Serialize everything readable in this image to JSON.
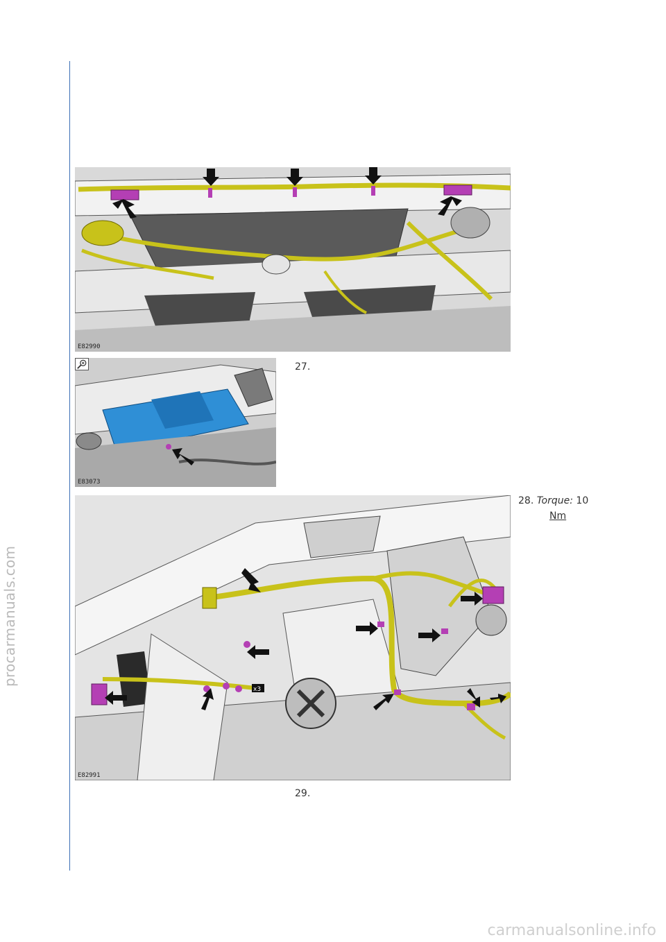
{
  "watermarks": {
    "side": "procarmanuals.com",
    "bottom": "carmanualsonline.info"
  },
  "figures": [
    {
      "code": "E82990"
    },
    {
      "code": "E83073"
    },
    {
      "code": "E82991"
    }
  ],
  "steps": {
    "s27": "27.",
    "s28": {
      "number": "28.",
      "torque_label": "Torque:",
      "torque_value": "10",
      "torque_unit": "Nm"
    },
    "s29": "29."
  },
  "figure3_callout": "x3",
  "colors": {
    "margin_rule": "#3a6fb5",
    "harness": "#c8c21a",
    "clip": "#b43fb4",
    "cover": "#2f8fd6"
  },
  "icons": [
    "zoom-in-icon",
    "arrow-icon"
  ]
}
